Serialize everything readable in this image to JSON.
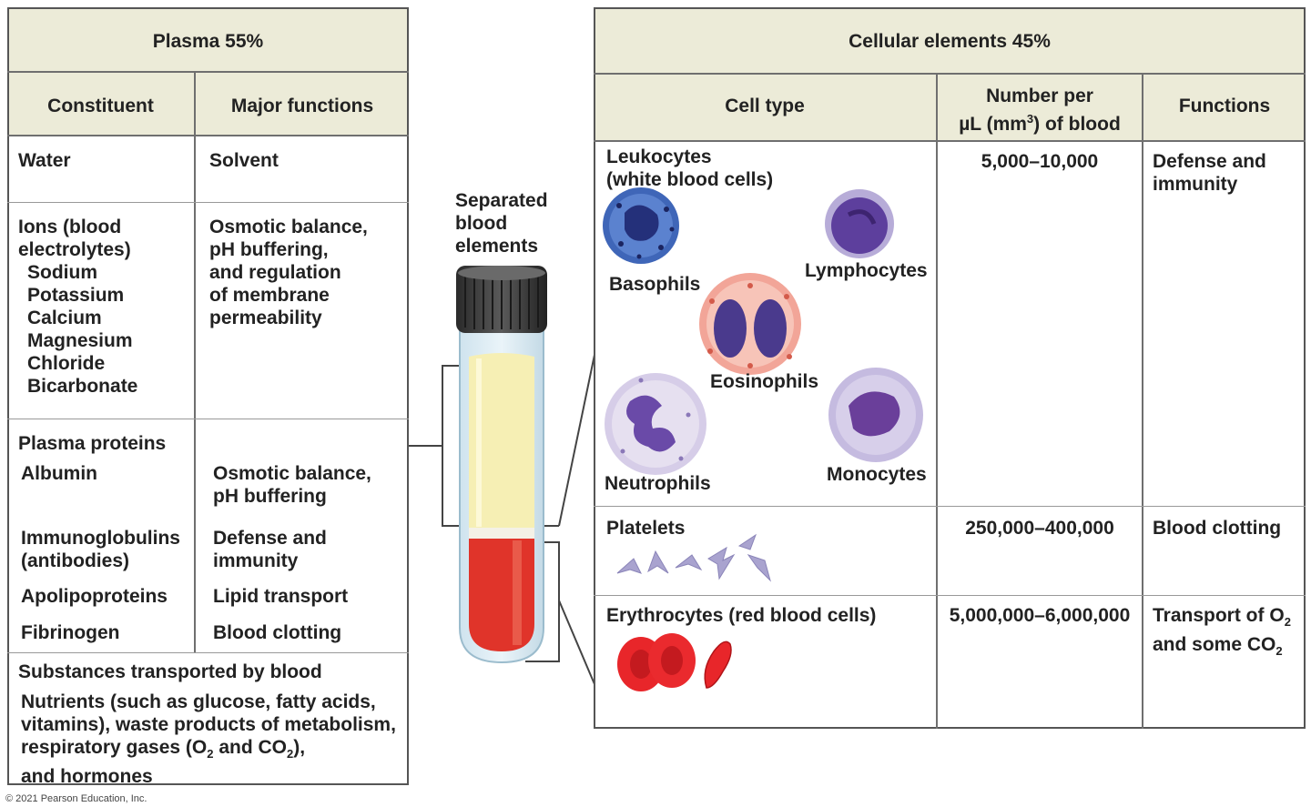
{
  "plasma": {
    "title": "Plasma 55%",
    "col_headers": [
      "Constituent",
      "Major functions"
    ],
    "water": {
      "constituent": "Water",
      "function": "Solvent"
    },
    "ions": {
      "constituent_lines": [
        "Ions (blood",
        "electrolytes)"
      ],
      "items": [
        "Sodium",
        "Potassium",
        "Calcium",
        "Magnesium",
        "Chloride",
        "Bicarbonate"
      ],
      "function_lines": [
        "Osmotic balance,",
        "pH buffering,",
        "and regulation",
        "of membrane",
        "permeability"
      ]
    },
    "proteins": {
      "heading": "Plasma proteins",
      "rows": [
        {
          "constituent_lines": [
            "Albumin"
          ],
          "function_lines": [
            "Osmotic balance,",
            "pH buffering"
          ]
        },
        {
          "constituent_lines": [
            "Immunoglobulins",
            "(antibodies)"
          ],
          "function_lines": [
            "Defense and",
            "immunity"
          ]
        },
        {
          "constituent_lines": [
            "Apolipoproteins"
          ],
          "function_lines": [
            "Lipid transport"
          ]
        },
        {
          "constituent_lines": [
            "Fibrinogen"
          ],
          "function_lines": [
            "Blood clotting"
          ]
        }
      ]
    },
    "substances": {
      "heading": "Substances transported by blood",
      "lines": [
        "Nutrients (such as glucose, fatty acids,",
        "vitamins), waste products of metabolism,",
        "respiratory gases (O",
        "2",
        " and CO",
        "2",
        "),",
        "and hormones"
      ]
    }
  },
  "tube": {
    "label_lines": [
      "Separated",
      "blood",
      "elements"
    ],
    "colors": {
      "plasma": "#f6efb4",
      "cells": "#e0342a",
      "buffy": "#f4f1e6",
      "cap": "#3a3a3a"
    }
  },
  "cellular": {
    "title": "Cellular elements 45%",
    "col_headers": {
      "cell_type": "Cell type",
      "number_lines": [
        "Number per",
        "µL (mm",
        "3",
        ") of blood"
      ],
      "functions": "Functions"
    },
    "leukocytes": {
      "name_lines": [
        "Leukocytes",
        "(white blood cells)"
      ],
      "number": "5,000–10,000",
      "function_lines": [
        "Defense and",
        "immunity"
      ],
      "cell_labels": {
        "basophils": "Basophils",
        "lymphocytes": "Lymphocytes",
        "eosinophils": "Eosinophils",
        "neutrophils": "Neutrophils",
        "monocytes": "Monocytes"
      }
    },
    "platelets": {
      "name": "Platelets",
      "number": "250,000–400,000",
      "function": "Blood clotting"
    },
    "erythrocytes": {
      "name": "Erythrocytes (red blood cells)",
      "number": "5,000,000–6,000,000",
      "function_parts": [
        "Transport of O",
        "2",
        "and some CO",
        "2"
      ]
    }
  },
  "copyright": "© 2021 Pearson Education, Inc."
}
